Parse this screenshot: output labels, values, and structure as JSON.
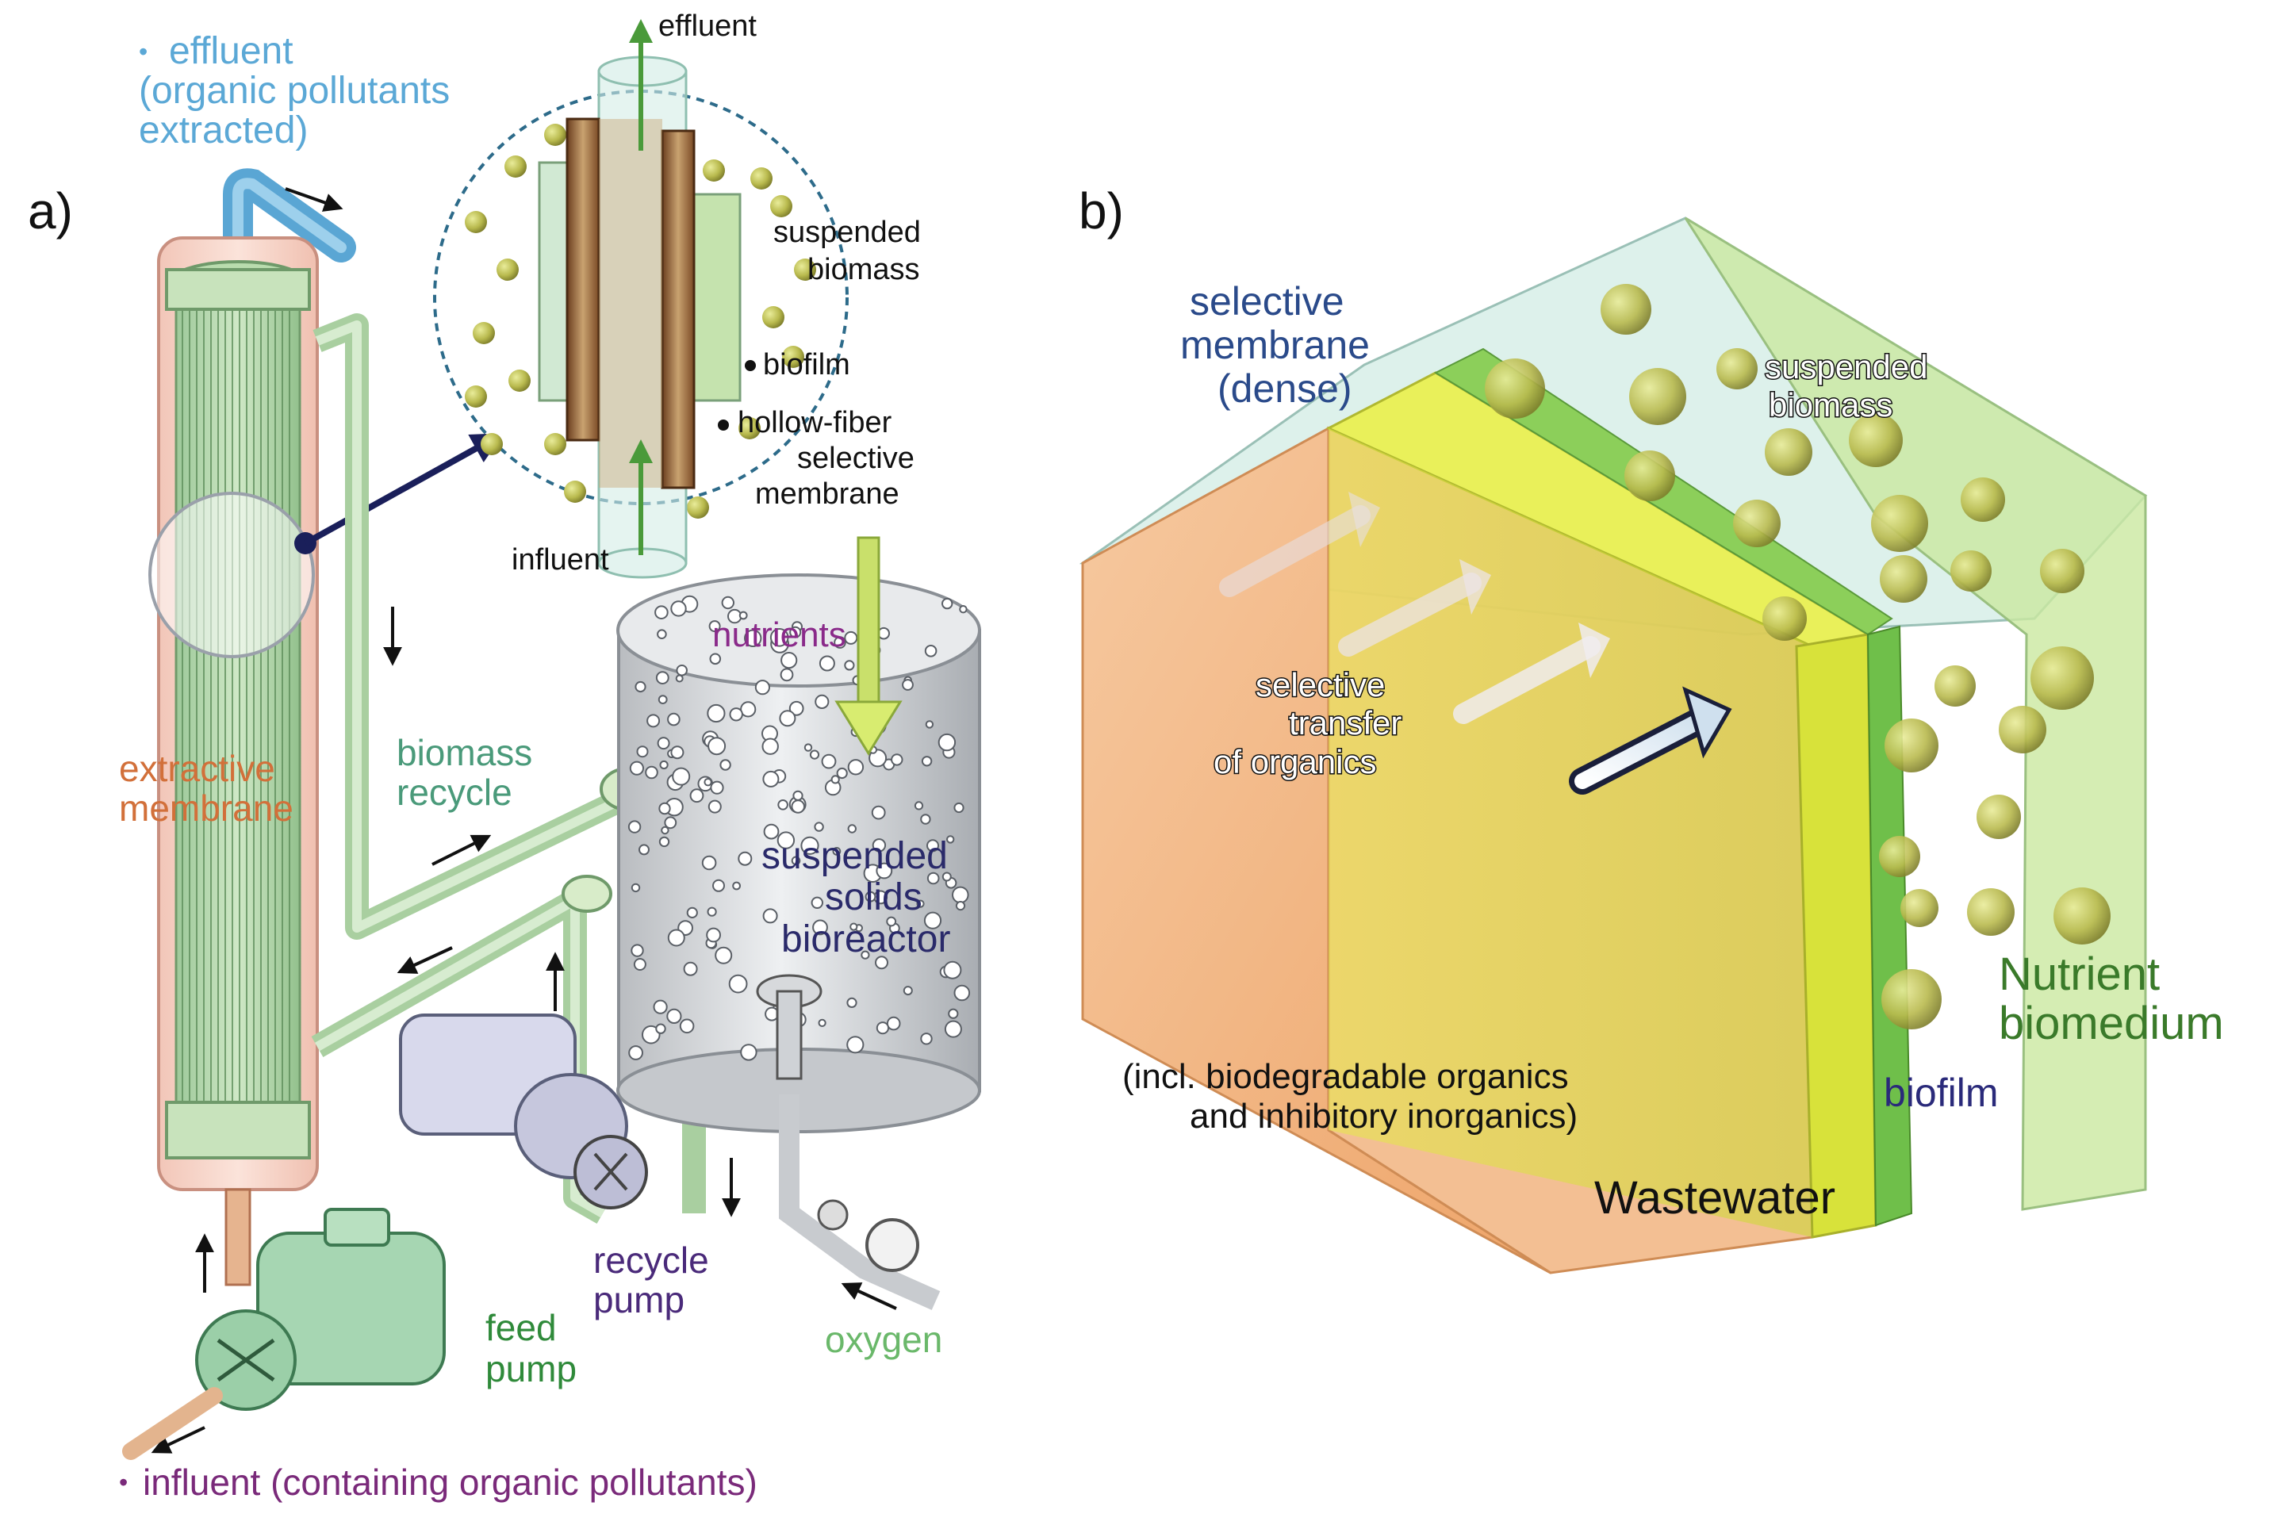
{
  "panel_a": {
    "panel_label": "a)",
    "effluent_main": {
      "bullet": "•",
      "line1": "effluent",
      "line2": "(organic pollutants",
      "line3": "extracted)"
    },
    "inset": {
      "effluent": "effluent",
      "suspended_biomass_line1": "suspended",
      "suspended_biomass_line2": "biomass",
      "biofilm": "biofilm",
      "hollow_fiber_line1": "hollow-fiber",
      "hollow_fiber_line2": "selective",
      "hollow_fiber_line3": "membrane",
      "influent": "influent"
    },
    "nutrients": "nutrients",
    "extractive_membrane_line1": "extractive",
    "extractive_membrane_line2": "membrane",
    "biomass_recycle_line1": "biomass",
    "biomass_recycle_line2": "recycle",
    "bioreactor_line1": "suspended",
    "bioreactor_line2": "solids",
    "bioreactor_line3": "bioreactor",
    "recycle_pump_line1": "recycle",
    "recycle_pump_line2": "pump",
    "feed_pump_line1": "feed",
    "feed_pump_line2": "pump",
    "oxygen": "oxygen",
    "influent_main": {
      "bullet": "•",
      "text": "influent (containing organic pollutants)"
    }
  },
  "panel_b": {
    "panel_label": "b)",
    "selective_membrane_line1": "selective",
    "selective_membrane_line2": "membrane",
    "selective_membrane_line3": "(dense)",
    "suspended_biomass_line1": "suspended",
    "suspended_biomass_line2": "biomass",
    "selective_transfer_line1": "selective",
    "selective_transfer_line2": "transfer",
    "selective_transfer_line3": "of organics",
    "nutrient_biomedium_line1": "Nutrient",
    "nutrient_biomedium_line2": "biomedium",
    "biofilm": "biofilm",
    "wastewater_note_line1": "(incl. biodegradable organics",
    "wastewater_note_line2": "and inhibitory inorganics)",
    "wastewater": "Wastewater"
  },
  "colors": {
    "effluent_blue": "#5ba8d6",
    "extractive_orange": "#d2703a",
    "recycle_green": "#4a9a7a",
    "nutrients_purple": "#8a2a8a",
    "bioreactor_navy": "#2a2a6a",
    "feed_green": "#2f8a3a",
    "oxygen_green": "#6ab86a",
    "influent_purple": "#7a2a7a",
    "membrane_navy": "#2a4a8a",
    "nutrient_green": "#3a7a2a",
    "biofilm_navy": "#2a2a7a"
  }
}
